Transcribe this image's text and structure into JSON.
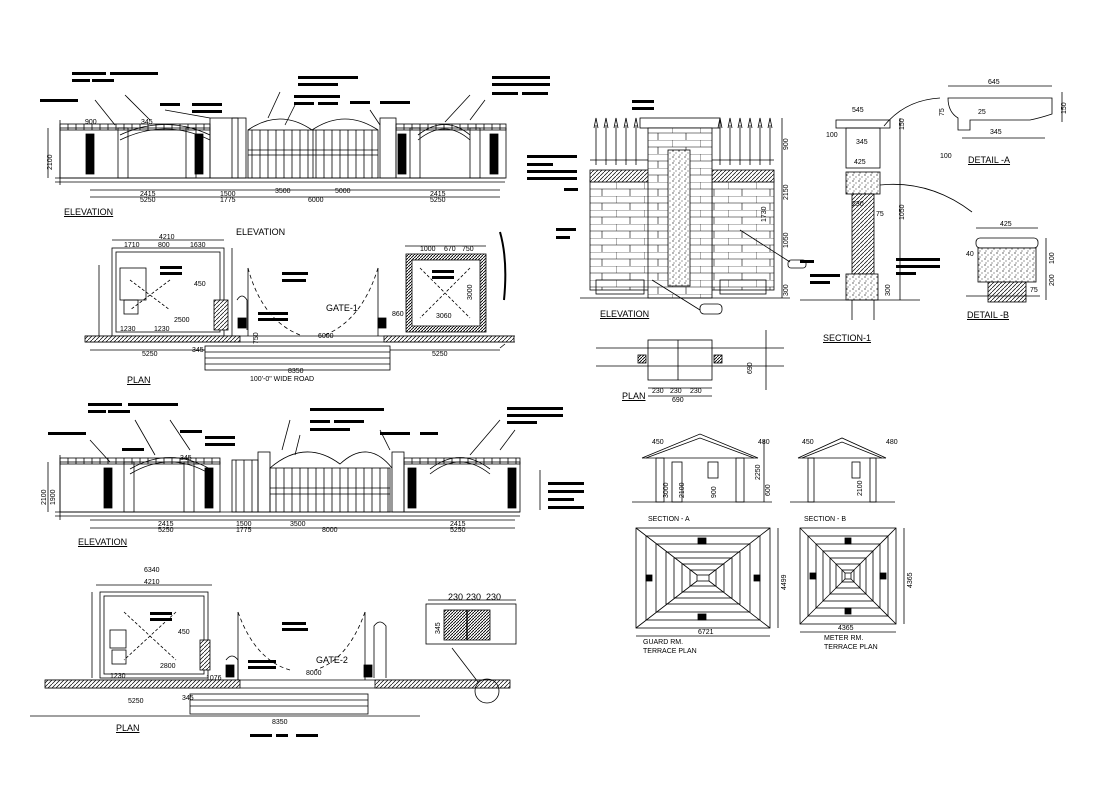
{
  "labels": {
    "elev1": "ELEVATION",
    "elev_top": "ELEVATION",
    "plan1": "PLAN",
    "gate1": "GATE-1",
    "road": "100'-0\"   WIDE  ROAD",
    "elev2": "ELEVATION",
    "plan2": "PLAN",
    "gate2": "GATE-2",
    "elev_pillar": "ELEVATION",
    "plan_pillar": "PLAN",
    "section1": "SECTION-1",
    "detail_a": "DETAIL -A",
    "detail_b": "DETAIL -B",
    "section_a": "SECTION - A",
    "section_b": "SECTION - B",
    "guard_room_1": "GUARD RM.",
    "guard_room_2": "TERRACE PLAN",
    "meter_room_1": "METER RM.",
    "meter_room_2": "TERRACE PLAN"
  },
  "dims": {
    "plan1_total": "8350",
    "plan1_left": "5250",
    "plan1_right": "5250",
    "plan1_gate": "6000",
    "plan1_gr_width": "4210",
    "plan1_gr_a": "1710",
    "plan1_gr_b": "800",
    "plan1_gr_c": "1630",
    "plan1_gr_450": "450",
    "plan1_gr_2500": "2500",
    "plan1_gr_1230": "1230",
    "plan1_gr_1230b": "1230",
    "plan1_mr_1000": "1000",
    "plan1_mr_670": "670",
    "plan1_mr_750": "750",
    "plan1_mr_3000": "3000",
    "plan1_mr_3060": "3060",
    "plan1_860": "860",
    "plan1_345": "345",
    "plan1_750": "750",
    "plan2_total": "8350",
    "plan2_left": "5250",
    "plan2_gate": "8000",
    "plan2_gr_top": "6340",
    "plan2_gr_width": "4210",
    "plan2_gr_450": "450",
    "plan2_gr_2800": "2800",
    "plan2_gr_1230": "1230",
    "plan2_1076": "1076",
    "plan2_345": "345",
    "plan2_detail_230a": "230",
    "plan2_detail_230b": "230",
    "plan2_detail_230c": "230",
    "plan2_detail_345": "345",
    "pillar_plan_a": "230",
    "pillar_plan_b": "230",
    "pillar_plan_c": "230",
    "pillar_plan_total": "690",
    "pillar_elev_900": "900",
    "pillar_elev_2150": "2150",
    "pillar_elev_1730": "1730",
    "pillar_elev_1050": "1050",
    "pillar_elev_300": "300",
    "pillar_elev_690": "690",
    "sec1_545": "545",
    "sec1_345": "345",
    "sec1_425": "425",
    "sec1_230": "230",
    "sec1_100": "100",
    "sec1_150": "150",
    "sec1_75": "75",
    "sec1_1050": "1050",
    "sec1_300": "300",
    "det_a_645": "645",
    "det_a_345": "345",
    "det_a_25": "25",
    "det_a_75": "75",
    "det_a_150": "150",
    "det_a_100": "100",
    "det_b_425": "425",
    "det_b_40": "40",
    "det_b_75": "75",
    "det_b_200": "200",
    "det_b_100": "100",
    "sec_a_450": "450",
    "sec_a_480": "480",
    "sec_a_3000": "3000",
    "sec_a_2100": "2100",
    "sec_a_900": "900",
    "sec_a_2250": "2250",
    "sec_a_600": "600",
    "sec_b_450": "450",
    "sec_b_480": "480",
    "sec_b_2100": "2100",
    "gr_terrace_w": "6721",
    "gr_terrace_h": "4499",
    "mr_terrace_w": "4365",
    "mr_terrace_h": "4365",
    "elev1_2415": "2415",
    "elev1_5250": "5250",
    "elev1_1500": "1500",
    "elev1_3500": "3500",
    "elev1_5000": "5000",
    "elev1_1775": "1775",
    "elev1_6000": "6000",
    "elev1_2415b": "2415",
    "elev1_5250b": "5250",
    "elev1_345": "345",
    "elev1_900": "900",
    "elev1_2100": "2100",
    "elev2_2415": "2415",
    "elev2_5250": "5250",
    "elev2_1500": "1500",
    "elev2_3500": "3500",
    "elev2_8000": "8000",
    "elev2_1775": "1775",
    "elev2_2415b": "2415",
    "elev2_5250b": "5250",
    "elev2_2100": "2100",
    "elev2_1900": "1900",
    "elev2_345": "345"
  },
  "colors": {
    "ink": "#000000",
    "paper": "#ffffff",
    "hatch": "#555555"
  }
}
